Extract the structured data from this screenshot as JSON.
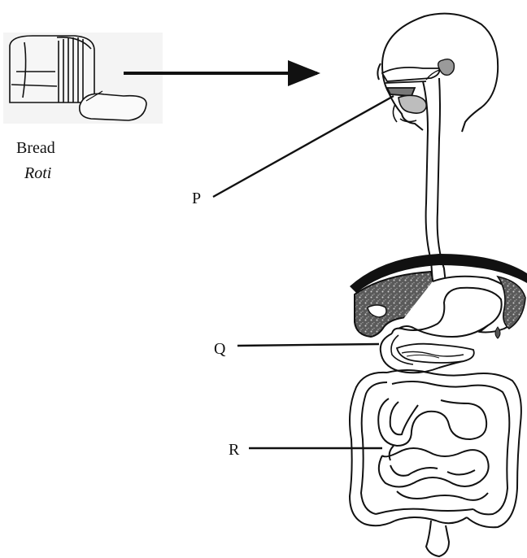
{
  "food": {
    "name": "Bread",
    "local_name": "Roti"
  },
  "labels": {
    "p": "P",
    "q": "Q",
    "r": "R"
  }
}
